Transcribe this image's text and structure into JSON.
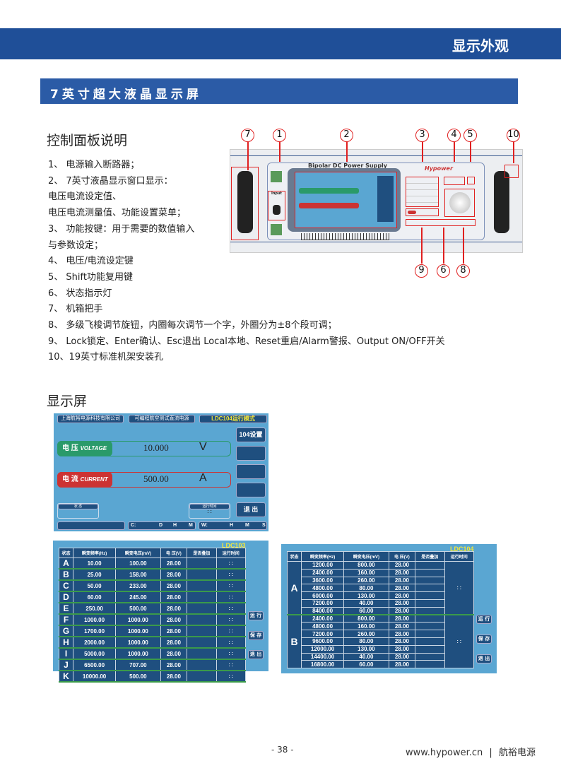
{
  "header": {
    "title": "显示外观"
  },
  "banner": {
    "title": "7英寸超大液晶显示屏"
  },
  "panel_section": {
    "title": "控制面板说明",
    "lines": [
      "1、  电源输入断路器；",
      "2、 7英寸液晶显示窗口显示：",
      "电压电流设定值、",
      "  电压电流测量值、功能设置菜单；",
      "3、 功能按键：用于需要的数值输入",
      "与参数设定；",
      "4、 电压/电流设定键",
      "5、 Shift功能复用键",
      "6、 状态指示灯",
      "7、 机箱把手",
      "8、 多级飞梭调节旋钮，内圈每次调节一个字，外圈分为±8个段可调；",
      "9、 Lock锁定、Enter确认、Esc退出 Local本地、Reset重启/Alarm警报、Output ON/OFF开关",
      "10、19英寸标准机架安装孔"
    ]
  },
  "device": {
    "title": "Bipolar DC Power Supply",
    "brand": "Hypower",
    "input_label": "Input",
    "callouts": [
      "7",
      "1",
      "2",
      "3",
      "4",
      "5",
      "10",
      "9",
      "6",
      "8"
    ]
  },
  "display_section": {
    "title": "显示屏"
  },
  "screen": {
    "company": "上海航裕电源科技有限公司",
    "product": "可编程航空测试直流电源",
    "mode": "LDC104运行模式",
    "voltage_label": "电 压",
    "voltage_en": "VOLTAGE",
    "voltage_value": "10.000",
    "voltage_unit": "V",
    "current_label": "电 流",
    "current_en": "CURRENT",
    "current_value": "500.00",
    "current_unit": "A",
    "btn_setting": "104设置",
    "btn_exit": "退 出",
    "status_label": "状 态",
    "runtime_label": "运行时间",
    "runtime_value": ": :",
    "c_bar": [
      "C:",
      "D",
      "H",
      "M"
    ],
    "w_bar": [
      "W:",
      "H",
      "M",
      "S"
    ]
  },
  "table103": {
    "title": "LDC103",
    "headers": [
      "状态",
      "瞬变频率(Hz)",
      "瞬变电压(mV)",
      "电 压(V)",
      "是否叠加",
      "运行时间"
    ],
    "rows": [
      [
        "A",
        "10.00",
        "100.00",
        "28.00",
        "",
        ": :"
      ],
      [
        "B",
        "25.00",
        "158.00",
        "28.00",
        "",
        ": :"
      ],
      [
        "C",
        "50.00",
        "233.00",
        "28.00",
        "",
        ": :"
      ],
      [
        "D",
        "60.00",
        "245.00",
        "28.00",
        "",
        ": :"
      ],
      [
        "E",
        "250.00",
        "500.00",
        "28.00",
        "",
        ": :"
      ],
      [
        "F",
        "1000.00",
        "1000.00",
        "28.00",
        "",
        ": :"
      ],
      [
        "G",
        "1700.00",
        "1000.00",
        "28.00",
        "",
        ": :"
      ],
      [
        "H",
        "2000.00",
        "1000.00",
        "28.00",
        "",
        ": :"
      ],
      [
        "I",
        "5000.00",
        "1000.00",
        "28.00",
        "",
        ": :"
      ],
      [
        "J",
        "6500.00",
        "707.00",
        "28.00",
        "",
        ": :"
      ],
      [
        "K",
        "10000.00",
        "500.00",
        "28.00",
        "",
        ": :"
      ]
    ],
    "buttons": [
      "运 行",
      "保 存",
      "退 出"
    ]
  },
  "table104": {
    "title": "LDC104",
    "headers": [
      "状态",
      "瞬变频率(Hz)",
      "瞬变电压(mV)",
      "电 压(V)",
      "是否叠加",
      "运行时间"
    ],
    "groups": [
      {
        "state": "A",
        "time": ": :",
        "rows": [
          [
            "1200.00",
            "800.00",
            "28.00"
          ],
          [
            "2400.00",
            "160.00",
            "28.00"
          ],
          [
            "3600.00",
            "260.00",
            "28.00"
          ],
          [
            "4800.00",
            "80.00",
            "28.00"
          ],
          [
            "6000.00",
            "130.00",
            "28.00"
          ],
          [
            "7200.00",
            "40.00",
            "28.00"
          ],
          [
            "8400.00",
            "60.00",
            "28.00"
          ]
        ]
      },
      {
        "state": "B",
        "time": ": :",
        "rows": [
          [
            "2400.00",
            "800.00",
            "28.00"
          ],
          [
            "4800.00",
            "160.00",
            "28.00"
          ],
          [
            "7200.00",
            "260.00",
            "28.00"
          ],
          [
            "9600.00",
            "80.00",
            "28.00"
          ],
          [
            "12000.00",
            "130.00",
            "28.00"
          ],
          [
            "14400.00",
            "40.00",
            "28.00"
          ],
          [
            "16800.00",
            "60.00",
            "28.00"
          ]
        ]
      }
    ],
    "buttons": [
      "运 行",
      "保 存",
      "退 出"
    ]
  },
  "footer": {
    "page": "- 38 -",
    "site": "www.hypower.cn",
    "sep": "|",
    "brand": "航裕电源"
  }
}
